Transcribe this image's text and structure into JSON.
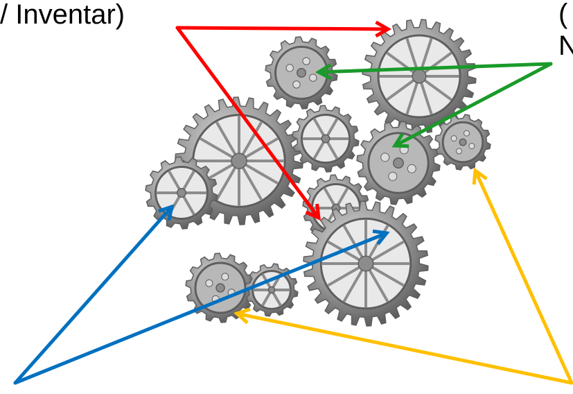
{
  "labels": {
    "top_left": "/ Inventar)",
    "top_right_line1": "(",
    "top_right_line2": "N"
  },
  "colors": {
    "red": "#ff0000",
    "green": "#1a9a2a",
    "blue": "#0070c0",
    "yellow": "#ffc000",
    "gear_dark": "#5e5e5e",
    "gear_mid": "#8c8c8c",
    "gear_light": "#b8b8b8"
  },
  "icons": [
    "gears-illustration",
    "arrow-icon"
  ]
}
